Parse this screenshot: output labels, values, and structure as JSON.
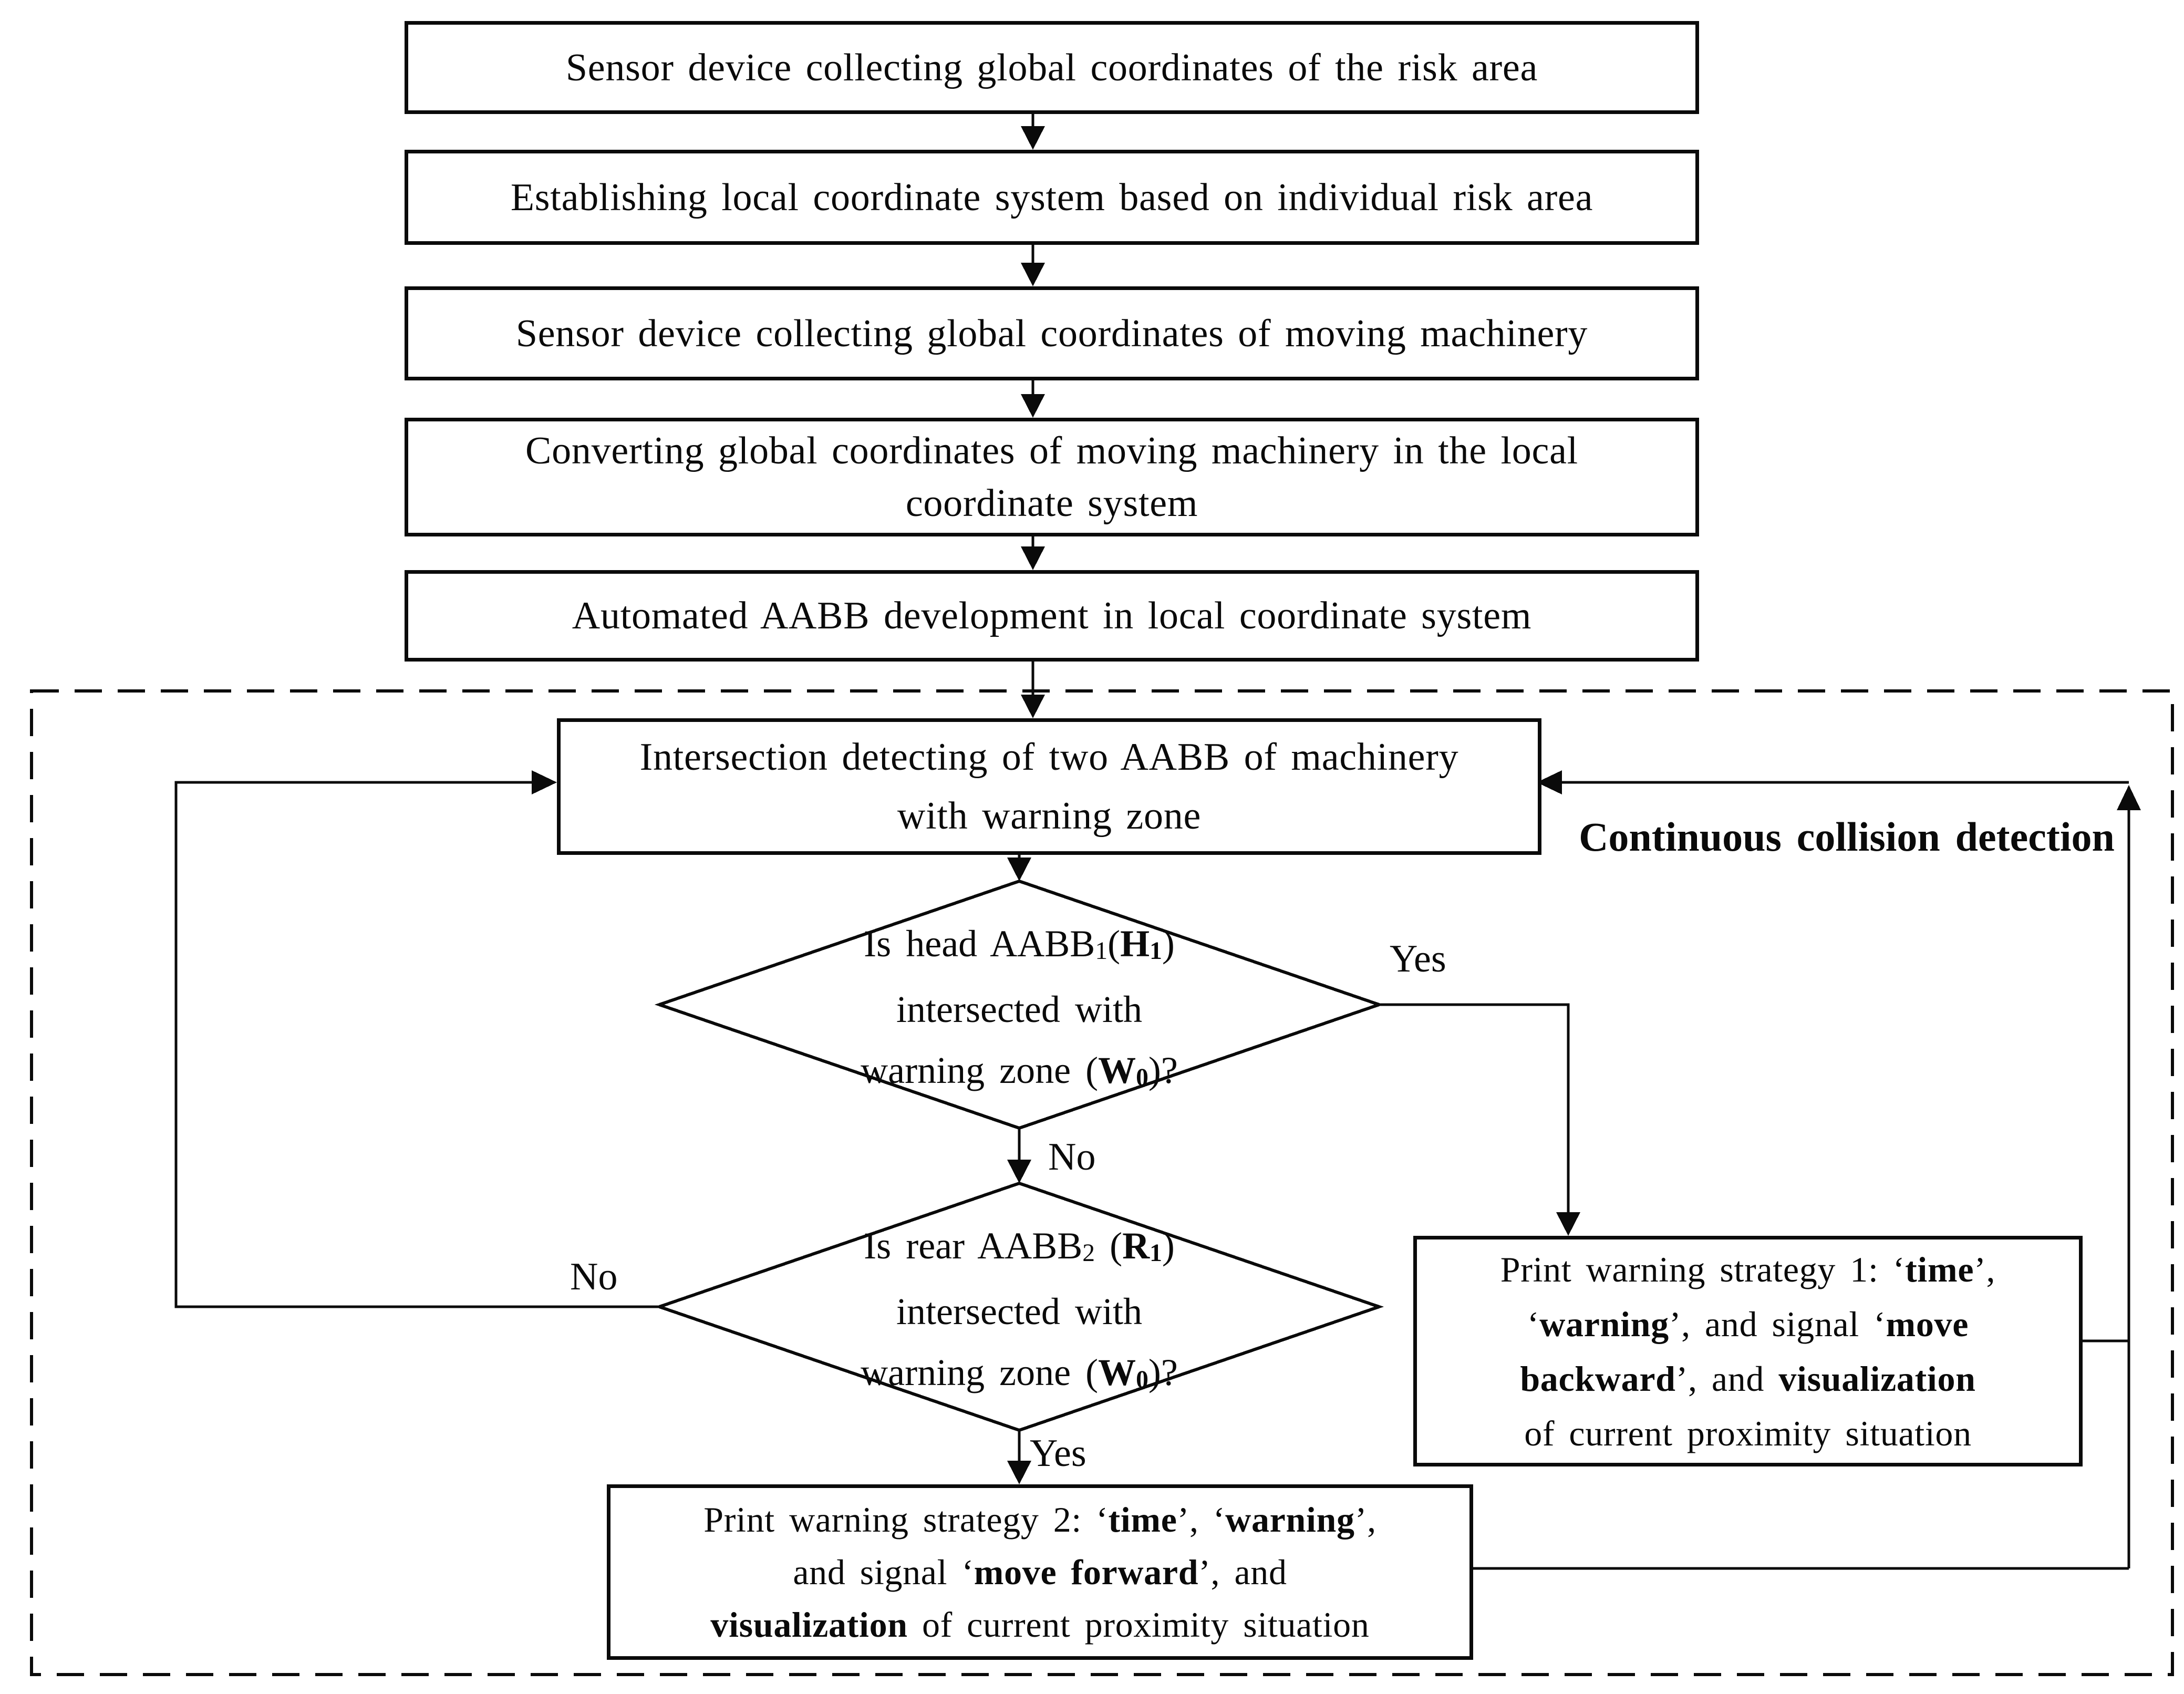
{
  "colors": {
    "ink": "#0a0a0a",
    "background": "#ffffff"
  },
  "process_boxes": [
    {
      "id": "collect-risk-area",
      "lines": [
        "Sensor device collecting global coordinates of the risk area"
      ]
    },
    {
      "id": "establish-local-cs",
      "lines": [
        "Establishing local coordinate system based on individual risk area"
      ]
    },
    {
      "id": "collect-machinery",
      "lines": [
        "Sensor device collecting global coordinates of moving machinery"
      ]
    },
    {
      "id": "convert-global",
      "lines": [
        "Converting global coordinates of moving machinery in the local",
        "coordinate system"
      ]
    },
    {
      "id": "aabb-development",
      "lines": [
        "Automated AABB development in local coordinate system"
      ]
    }
  ],
  "loop_region": {
    "region_label": "Continuous collision detection",
    "intersection_box": {
      "lines": [
        "Intersection detecting of two AABB of machinery",
        "with warning zone"
      ]
    },
    "decision1": {
      "lines": [
        [
          {
            "t": "Is head AABB"
          },
          {
            "t": "1",
            "sub": true
          },
          {
            "t": "("
          },
          {
            "t": "H",
            "b": true
          },
          {
            "t": "1",
            "b": true,
            "sub": true
          },
          {
            "t": ")"
          }
        ],
        [
          {
            "t": "intersected with"
          }
        ],
        [
          {
            "t": "warning zone ("
          },
          {
            "t": "W",
            "b": true
          },
          {
            "t": "0",
            "b": true,
            "sub": true
          },
          {
            "t": ")?"
          }
        ]
      ]
    },
    "decision2": {
      "lines": [
        [
          {
            "t": "Is rear AABB"
          },
          {
            "t": "2",
            "sub": true
          },
          {
            "t": " ("
          },
          {
            "t": "R",
            "b": true
          },
          {
            "t": "1",
            "b": true,
            "sub": true
          },
          {
            "t": ")"
          }
        ],
        [
          {
            "t": "intersected with"
          }
        ],
        [
          {
            "t": "warning zone ("
          },
          {
            "t": "W",
            "b": true
          },
          {
            "t": "0",
            "b": true,
            "sub": true
          },
          {
            "t": ")?"
          }
        ]
      ]
    },
    "strategy1": {
      "lines": [
        [
          {
            "t": "Print warning strategy 1: ‘"
          },
          {
            "t": "time",
            "b": true
          },
          {
            "t": "’,"
          }
        ],
        [
          {
            "t": "‘"
          },
          {
            "t": "warning",
            "b": true
          },
          {
            "t": "’, and signal ‘"
          },
          {
            "t": "move",
            "b": true
          }
        ],
        [
          {
            "t": "backward",
            "b": true
          },
          {
            "t": "’, and "
          },
          {
            "t": "visualization",
            "b": true
          }
        ],
        [
          {
            "t": "of current proximity situation"
          }
        ]
      ]
    },
    "strategy2": {
      "lines": [
        [
          {
            "t": "Print warning strategy 2: ‘"
          },
          {
            "t": "time",
            "b": true
          },
          {
            "t": "’, ‘"
          },
          {
            "t": "warning",
            "b": true
          },
          {
            "t": "’,"
          }
        ],
        [
          {
            "t": "and signal ‘"
          },
          {
            "t": "move forward",
            "b": true
          },
          {
            "t": "’, and"
          }
        ],
        [
          {
            "t": "visualization",
            "b": true
          },
          {
            "t": " of current proximity situation"
          }
        ]
      ]
    },
    "labels": {
      "yes1": "Yes",
      "no1": "No",
      "no2": "No",
      "yes2": "Yes"
    }
  }
}
